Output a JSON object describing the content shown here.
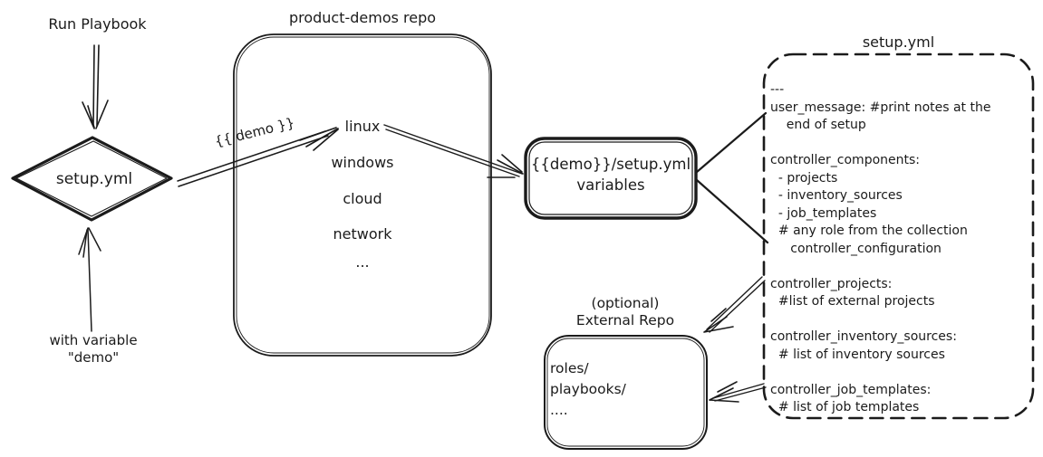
{
  "colors": {
    "ink": "#1b1b1b",
    "background": "#ffffff"
  },
  "left_flow": {
    "run_playbook_label": "Run Playbook",
    "diamond_label": "setup.yml",
    "with_variable_line1": "with variable",
    "with_variable_line2": "\"demo\"",
    "demo_arrow_label": "{{ demo }}"
  },
  "product_demos_repo": {
    "title": "product-demos repo",
    "items": [
      "linux",
      "windows",
      "cloud",
      "network",
      "..."
    ]
  },
  "variables_box": {
    "line1": "{{demo}}/setup.yml",
    "line2": "variables"
  },
  "setup_yml": {
    "title": "setup.yml",
    "lines": [
      "---",
      "user_message: #print notes at the",
      "    end of setup",
      "",
      "controller_components:",
      "  - projects",
      "  - inventory_sources",
      "  - job_templates",
      "  # any role from the collection",
      "     controller_configuration",
      "",
      "controller_projects:",
      "  #list of external projects",
      "",
      "controller_inventory_sources:",
      "  # list of inventory sources",
      "",
      "controller_job_templates:",
      "  # list of job templates"
    ]
  },
  "external_repo": {
    "title_line1": "(optional)",
    "title_line2": "External Repo",
    "items": [
      "roles/",
      "playbooks/",
      "...."
    ]
  }
}
